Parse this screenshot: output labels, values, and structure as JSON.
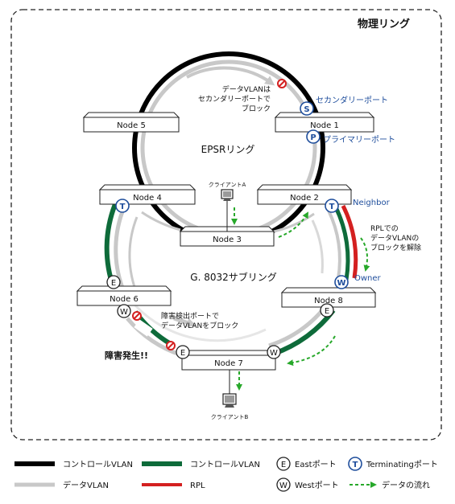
{
  "title": "物理リング",
  "colors": {
    "control_black": "#000000",
    "control_green": "#0e6b3a",
    "data_gray": "#c8c8c8",
    "rpl_red": "#d42020",
    "flow_green": "#27a82a",
    "port_blue": "#1f4e9c"
  },
  "rings": {
    "epsr": "EPSRリング",
    "g8032": "G. 8032サブリング"
  },
  "nodes": {
    "n1": "Node 1",
    "n2": "Node 2",
    "n3": "Node 3",
    "n4": "Node 4",
    "n5": "Node 5",
    "n6": "Node 6",
    "n7": "Node 7",
    "n8": "Node 8"
  },
  "clients": {
    "a": "クライアントA",
    "b": "クライアントB"
  },
  "ports": {
    "S": "S",
    "P": "P",
    "T": "T",
    "E": "E",
    "W": "W"
  },
  "labels": {
    "secondary_port": "セカンダリーポート",
    "primary_port": "プライマリーポート",
    "neighbor": "Neighbor",
    "owner": "Owner",
    "epsr_block_1": "データVLANは",
    "epsr_block_2": "セカンダリーポートで",
    "epsr_block_3": "ブロック",
    "rpl_unblock_1": "RPLでの",
    "rpl_unblock_2": "データVLANの",
    "rpl_unblock_3": "ブロックを解除",
    "fault_block_1": "障害検出ポートで",
    "fault_block_2": "データVLANをブロック",
    "failure": "障害発生!!"
  },
  "legend": {
    "control_vlan_epsr": "コントロールVLAN",
    "control_vlan_g8032": "コントロールVLAN",
    "east_port": "Eastポート",
    "terminating_port": "Terminatingポート",
    "data_vlan": "データVLAN",
    "rpl": "RPL",
    "west_port": "Westポート",
    "data_flow": "データの流れ"
  }
}
